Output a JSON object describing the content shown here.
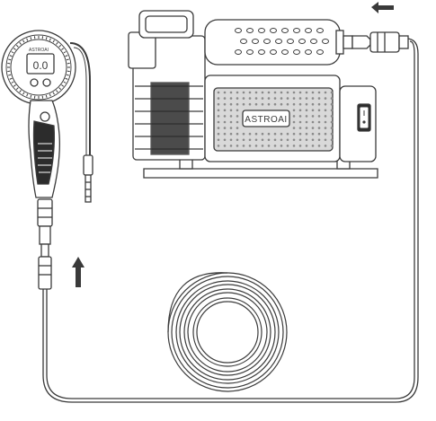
{
  "compressor": {
    "brand": "ASTROAI"
  },
  "gauge": {
    "brand": "ASTROAI",
    "display": "0.0"
  },
  "icons": {
    "flow_arrow_top": "arrow-left-icon",
    "flow_arrow_bottom": "arrow-up-icon",
    "power_switch": "rocker-switch-icon"
  },
  "colors": {
    "line": "#3a3a3a",
    "mid_gray": "#8a8a8a",
    "dark_fill": "#2c2c2c",
    "light_fill": "#d9d9d9",
    "background": "#ffffff"
  }
}
